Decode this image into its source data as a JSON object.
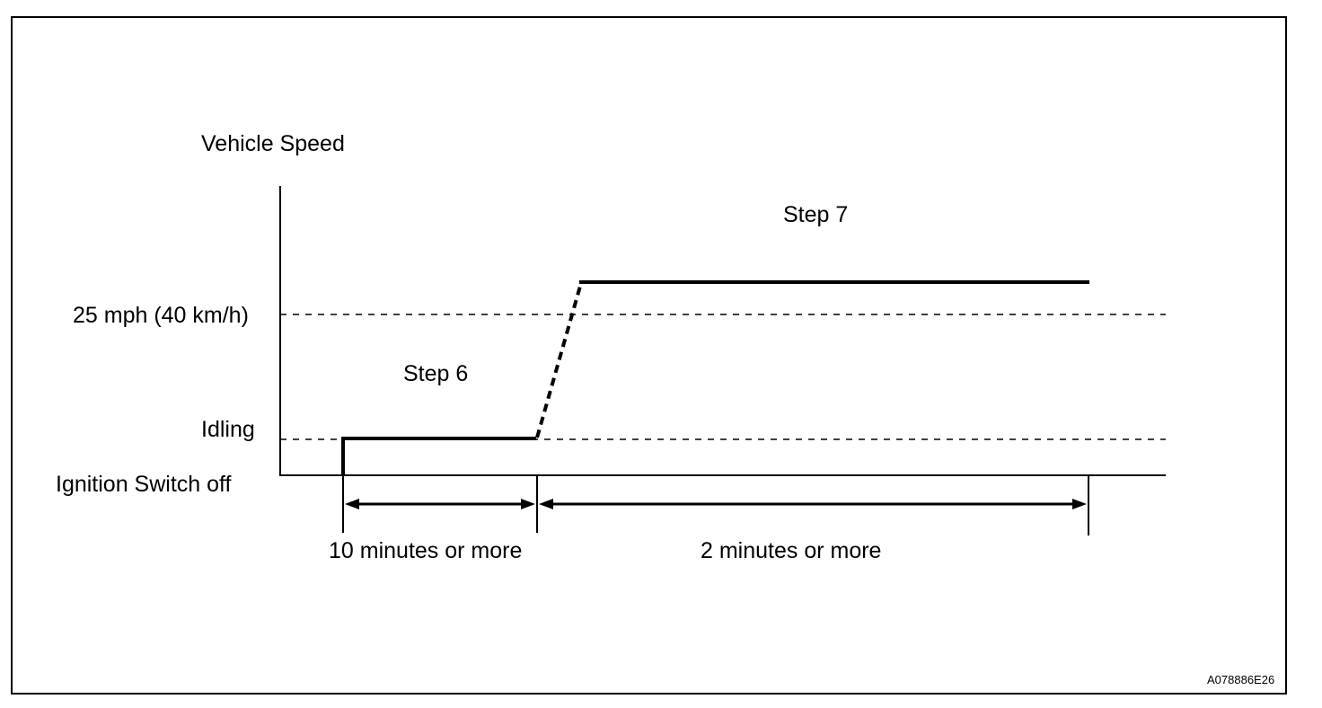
{
  "labels": {
    "y_title": "Vehicle Speed",
    "speed_level": "25 mph (40 km/h)",
    "idle_level": "Idling",
    "ignition_off": "Ignition Switch off",
    "step6": "Step 6",
    "step7": "Step 7",
    "interval1": "10 minutes or more",
    "interval2": "2 minutes or more",
    "figure_id": "A078886E26"
  },
  "colors": {
    "ink": "#000000",
    "background": "#ffffff"
  }
}
